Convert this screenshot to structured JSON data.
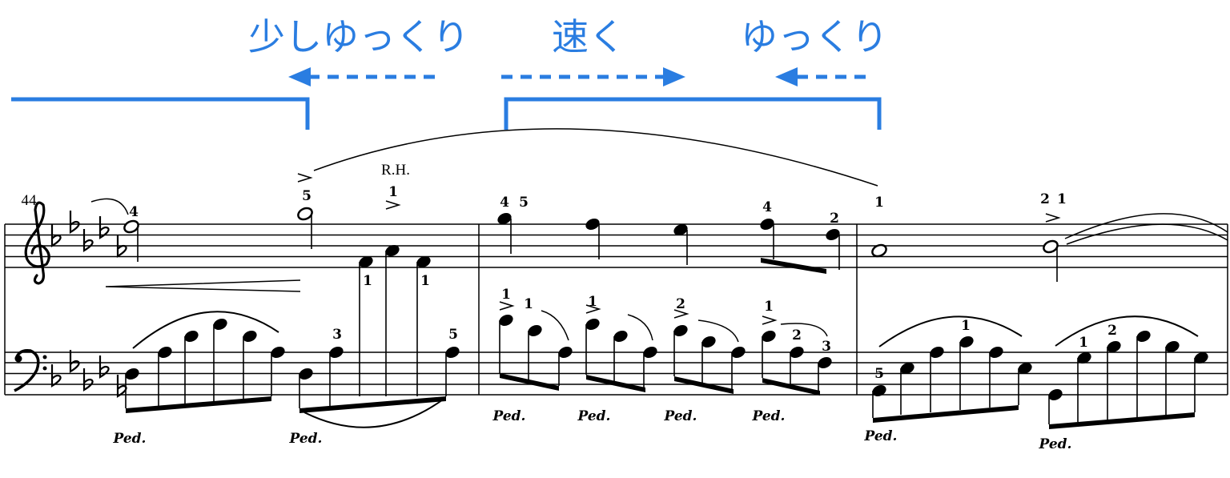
{
  "annotations": {
    "slightly_slower": "少しゆっくり",
    "faster": "速く",
    "slower": "ゆっくり",
    "accent_color": "#2a7de1"
  },
  "score": {
    "measure_number": "44",
    "right_hand_mark": "R.H.",
    "pedal_mark": "Ped.",
    "fingerings": [
      "4",
      "5",
      "1",
      "1",
      "1",
      "3",
      "5",
      "4",
      "5",
      "1",
      "1",
      "2",
      "1",
      "4",
      "2",
      "2",
      "3",
      "1",
      "2",
      "1",
      "5",
      "1",
      "1",
      "2",
      "1"
    ]
  }
}
